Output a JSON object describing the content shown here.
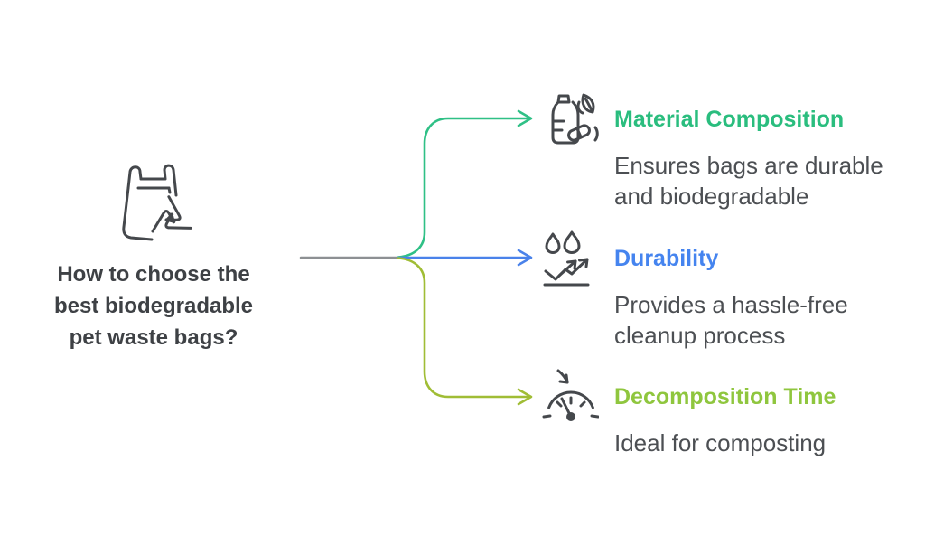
{
  "figure": {
    "type": "mind-map-infographic",
    "background": "#ffffff"
  },
  "root_node": {
    "icon": "recycle-bag-icon",
    "question": "How to choose the best biodegradable pet waste bags?",
    "question_lines": {
      "line1": "How to choose the",
      "line2": "best biodegradable",
      "line3": "pet waste bags?"
    },
    "text_color": "#3e4145"
  },
  "branches": [
    {
      "id": "material-composition",
      "icon": "bottle-leaf-icon",
      "title": "Material Composition",
      "title_color": "#2abd7e",
      "line_color": "#2fc086",
      "desc_line1": "Ensures bags are durable",
      "desc_line2": "and biodegradable"
    },
    {
      "id": "durability",
      "icon": "water-drops-arrow-icon",
      "title": "Durability",
      "title_color": "#4584ef",
      "line_color": "#4a82ea",
      "desc_line1": "Provides a hassle-free",
      "desc_line2": "cleanup process"
    },
    {
      "id": "decomposition-time",
      "icon": "gauge-timer-icon",
      "title": "Decomposition Time",
      "title_color": "#8fc63e",
      "line_color": "#a0bd35",
      "desc_line1": "Ideal for composting"
    }
  ],
  "connector": {
    "stem_color": "#8d9093",
    "icon_stroke_color": "#45484c",
    "body_text_color": "#4c4f53"
  }
}
